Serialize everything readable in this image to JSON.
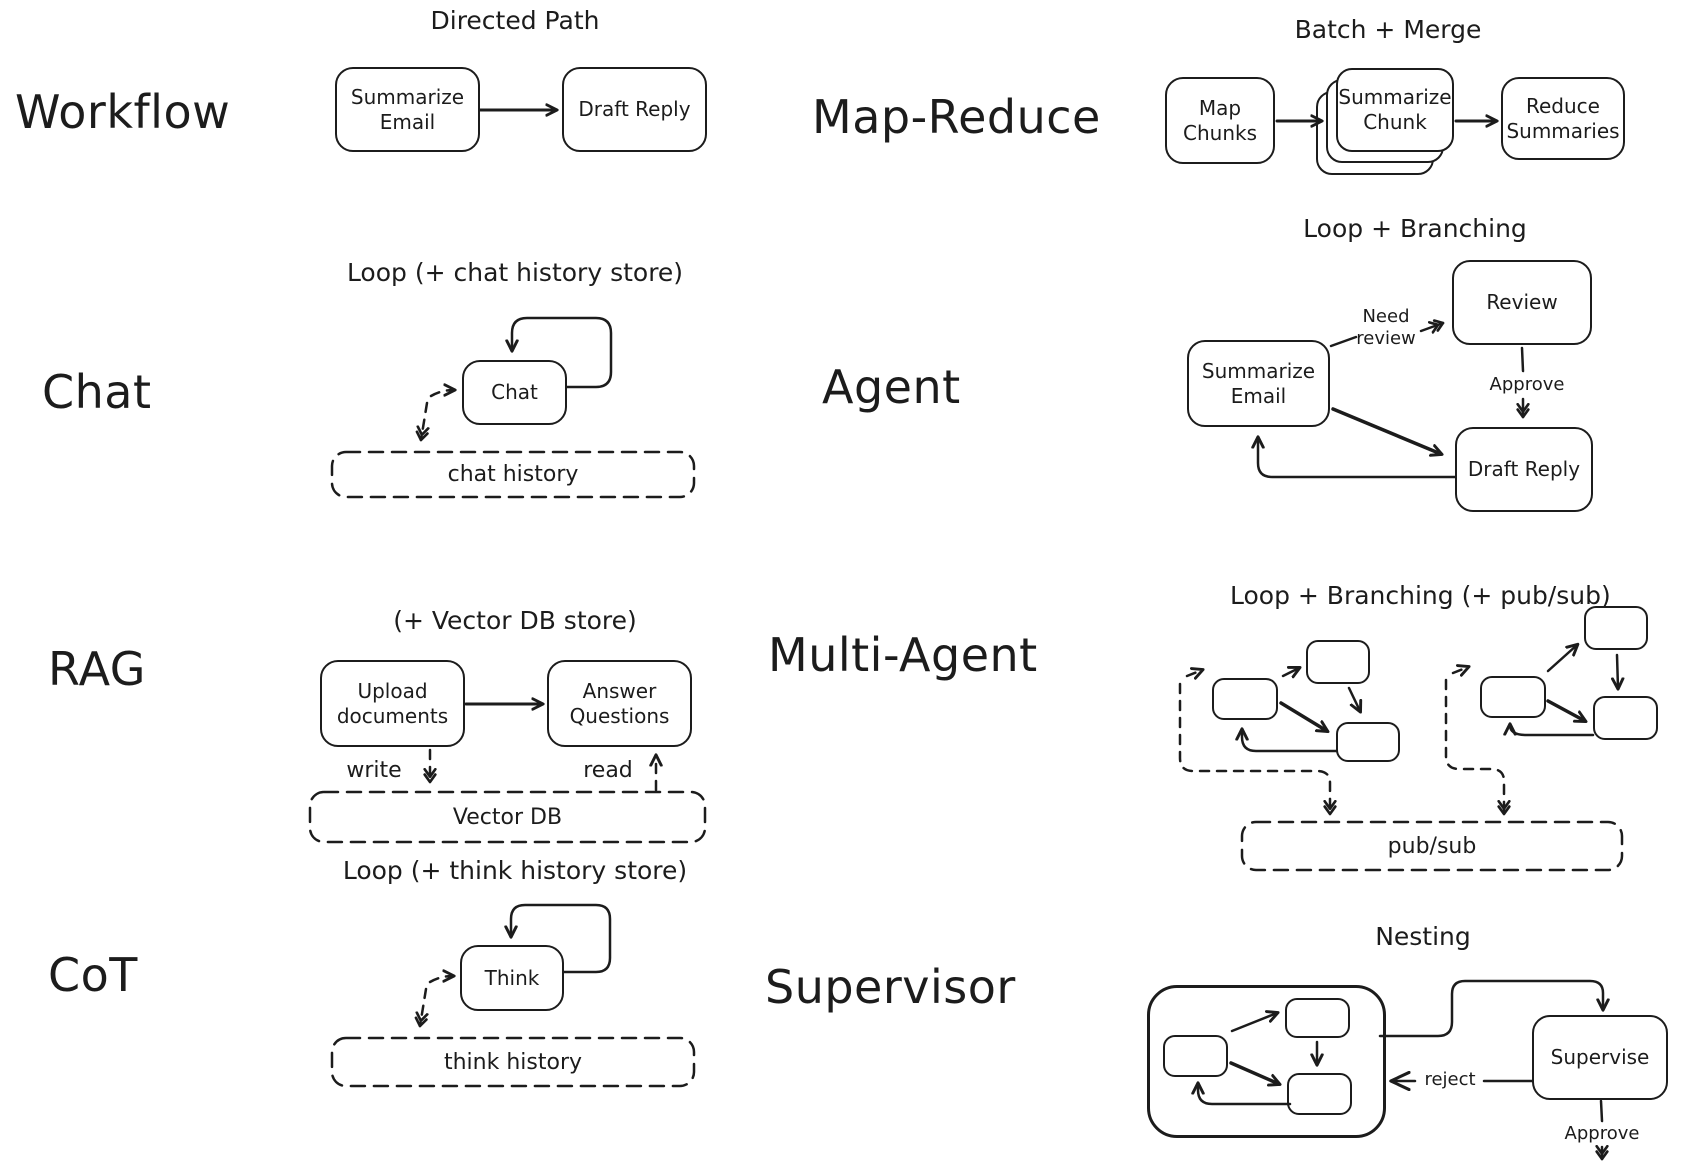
{
  "colors": {
    "ink": "#1c1c1c",
    "background": "#ffffff"
  },
  "sections": {
    "workflow": {
      "label": "Workflow",
      "title": "Directed Path",
      "nodes": {
        "summarize_email": "Summarize Email",
        "draft_reply": "Draft Reply"
      }
    },
    "map_reduce": {
      "label": "Map-Reduce",
      "title": "Batch + Merge",
      "nodes": {
        "map_chunks": "Map Chunks",
        "summarize_chunk": "Summarize Chunk",
        "reduce_summaries": "Reduce Summaries"
      }
    },
    "chat": {
      "label": "Chat",
      "title": "Loop (+ chat history store)",
      "nodes": {
        "chat": "Chat"
      },
      "store": "chat history"
    },
    "agent": {
      "label": "Agent",
      "title": "Loop + Branching",
      "nodes": {
        "summarize_email": "Summarize Email",
        "review": "Review",
        "draft_reply": "Draft Reply"
      },
      "edges": {
        "need_review": "Need review",
        "approve": "Approve"
      }
    },
    "rag": {
      "label": "RAG",
      "title": "(+ Vector DB store)",
      "nodes": {
        "upload": "Upload documents",
        "answer": "Answer Questions"
      },
      "edges": {
        "write": "write",
        "read": "read"
      },
      "store": "Vector DB"
    },
    "multi_agent": {
      "label": "Multi-Agent",
      "title": "Loop + Branching (+ pub/sub)",
      "store": "pub/sub"
    },
    "cot": {
      "label": "CoT",
      "title": "Loop (+ think history store)",
      "nodes": {
        "think": "Think"
      },
      "store": "think history"
    },
    "supervisor": {
      "label": "Supervisor",
      "title": "Nesting",
      "nodes": {
        "supervise": "Supervise"
      },
      "edges": {
        "reject": "reject",
        "approve": "Approve"
      }
    }
  }
}
